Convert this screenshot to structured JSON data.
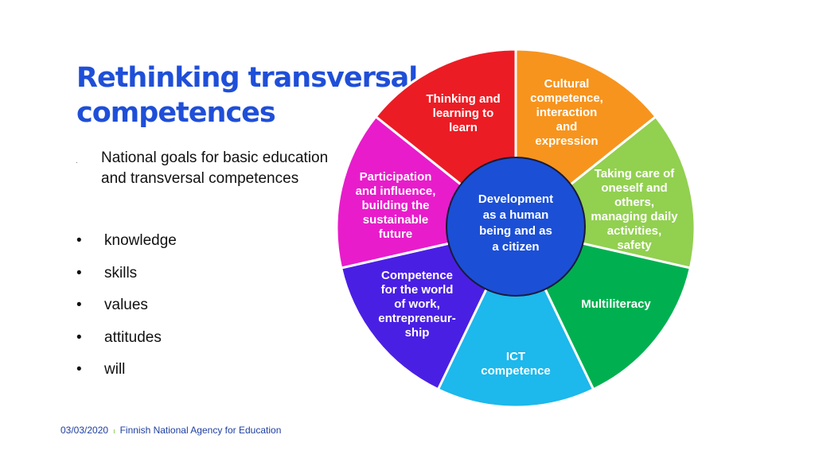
{
  "slide": {
    "title_line1": "Rethinking transversal",
    "title_line2": "competences",
    "subtitle_line1": "National goals for basic education",
    "subtitle_line2": "and transversal competences",
    "subtitle_bullet": "·",
    "bullets": [
      "knowledge",
      "skills",
      "values",
      "attitudes",
      "will"
    ],
    "bullet_glyph": "•"
  },
  "wheel": {
    "center": {
      "lines": [
        "Development",
        "as a human",
        "being and as",
        "a citizen"
      ],
      "color": "#1b4fd6"
    },
    "segments": [
      {
        "lines": [
          "Thinking and",
          "learning to",
          "learn"
        ],
        "color": "#ec1c24"
      },
      {
        "lines": [
          "Cultural",
          "competence,",
          "interaction",
          "and",
          "expression"
        ],
        "color": "#f7941d"
      },
      {
        "lines": [
          "Taking care of",
          "oneself and",
          "others,",
          "managing daily",
          "activities,",
          "safety"
        ],
        "color": "#92d050"
      },
      {
        "lines": [
          "Multiliteracy"
        ],
        "color": "#00b050"
      },
      {
        "lines": [
          "ICT",
          "competence"
        ],
        "color": "#1db8ec"
      },
      {
        "lines": [
          "Competence",
          "for the world",
          "of work,",
          "entrepreneur-",
          "ship"
        ],
        "color": "#4a1fe4"
      },
      {
        "lines": [
          "Participation",
          "and influence,",
          "building the",
          "sustainable",
          "future"
        ],
        "color": "#e81ccb"
      }
    ]
  },
  "footer": {
    "date": "03/03/2020",
    "separator": "ı",
    "org": "Finnish National Agency for Education"
  }
}
